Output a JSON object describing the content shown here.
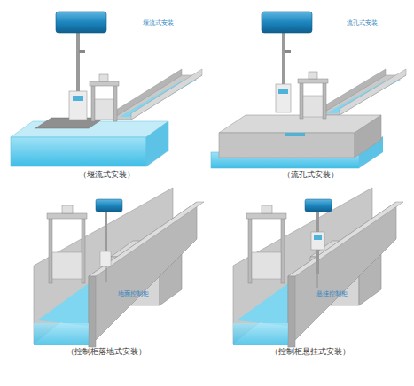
{
  "diagram": {
    "labels": [
      "堰流式安装",
      "流孔式安装",
      "（堰流式安装）",
      "（流孔式安装）",
      "地面控制柜",
      "悬挂控制柜",
      "（控制柜落地式安装）",
      "（控制柜悬挂式安装）"
    ]
  }
}
